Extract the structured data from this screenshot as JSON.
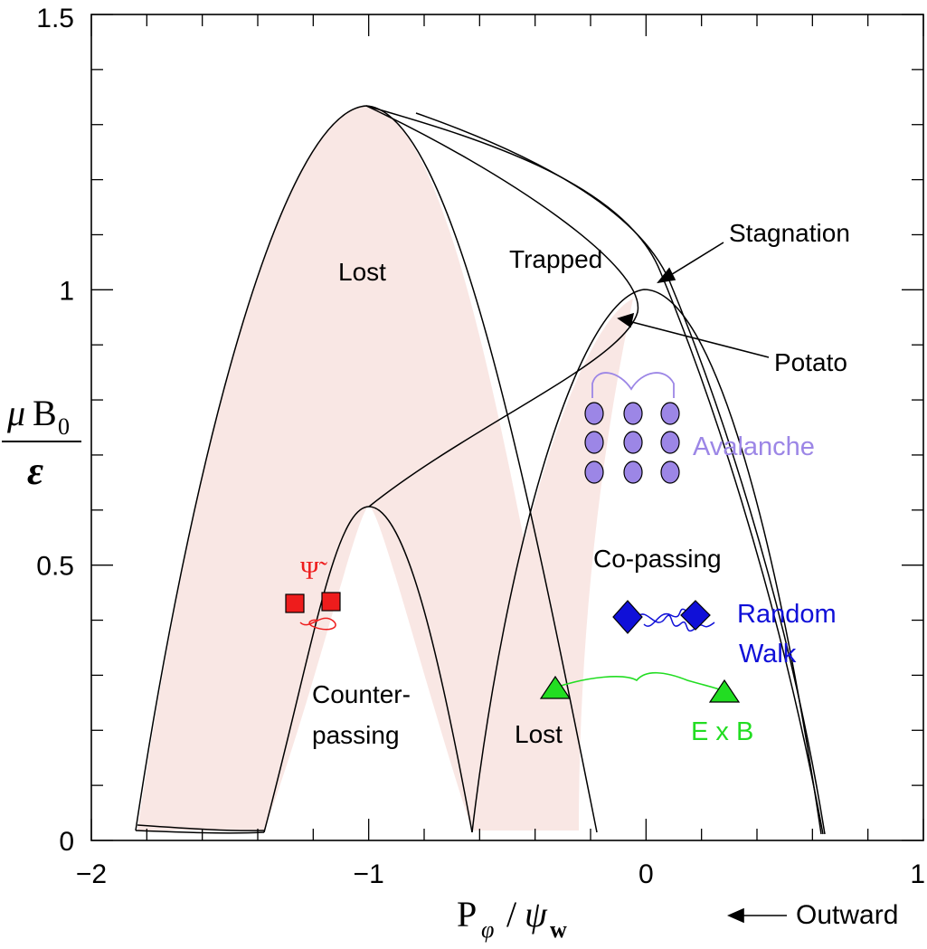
{
  "chart_data": {
    "type": "diagram",
    "x_axis": {
      "label_main": "P",
      "label_sub": "φ",
      "label_denominator": "ψ",
      "label_denominator_sub": "w",
      "range": [
        -2,
        1
      ],
      "ticks": [
        {
          "v": -2,
          "label": "−2"
        },
        {
          "v": -1,
          "label": "−1"
        },
        {
          "v": 0,
          "label": "0"
        },
        {
          "v": 1,
          "label": "1"
        }
      ],
      "minor_step": 0.2
    },
    "y_axis": {
      "label_numerator_mu": "μ",
      "label_numerator_b": "B",
      "label_numerator_sub": "0",
      "label_denominator": "ε",
      "range": [
        0,
        1.5
      ],
      "ticks": [
        {
          "v": 0,
          "label": "0"
        },
        {
          "v": 0.5,
          "label": "0.5"
        },
        {
          "v": 1,
          "label": "1"
        },
        {
          "v": 1.5,
          "label": "1.5"
        }
      ],
      "minor_step": 0.1
    },
    "outward_label": "Outward",
    "region_labels": {
      "lost_upper": "Lost",
      "trapped": "Trapped",
      "stagnation": "Stagnation",
      "potato": "Potato",
      "avalanche": "Avalanche",
      "co_passing": "Co-passing",
      "random_walk_line1": "Random",
      "random_walk_line2": "Walk",
      "counter_line1": "Counter-",
      "counter_line2": "passing",
      "lost_lower": "Lost",
      "exb": "E x B",
      "psi_tilde": "Ψ̃"
    },
    "colors": {
      "lost_fill": "#f9e7e4",
      "avalanche": "#9c86e6",
      "random_walk": "#1010d8",
      "exb": "#22dd22",
      "psi": "#ee1c1c"
    }
  }
}
